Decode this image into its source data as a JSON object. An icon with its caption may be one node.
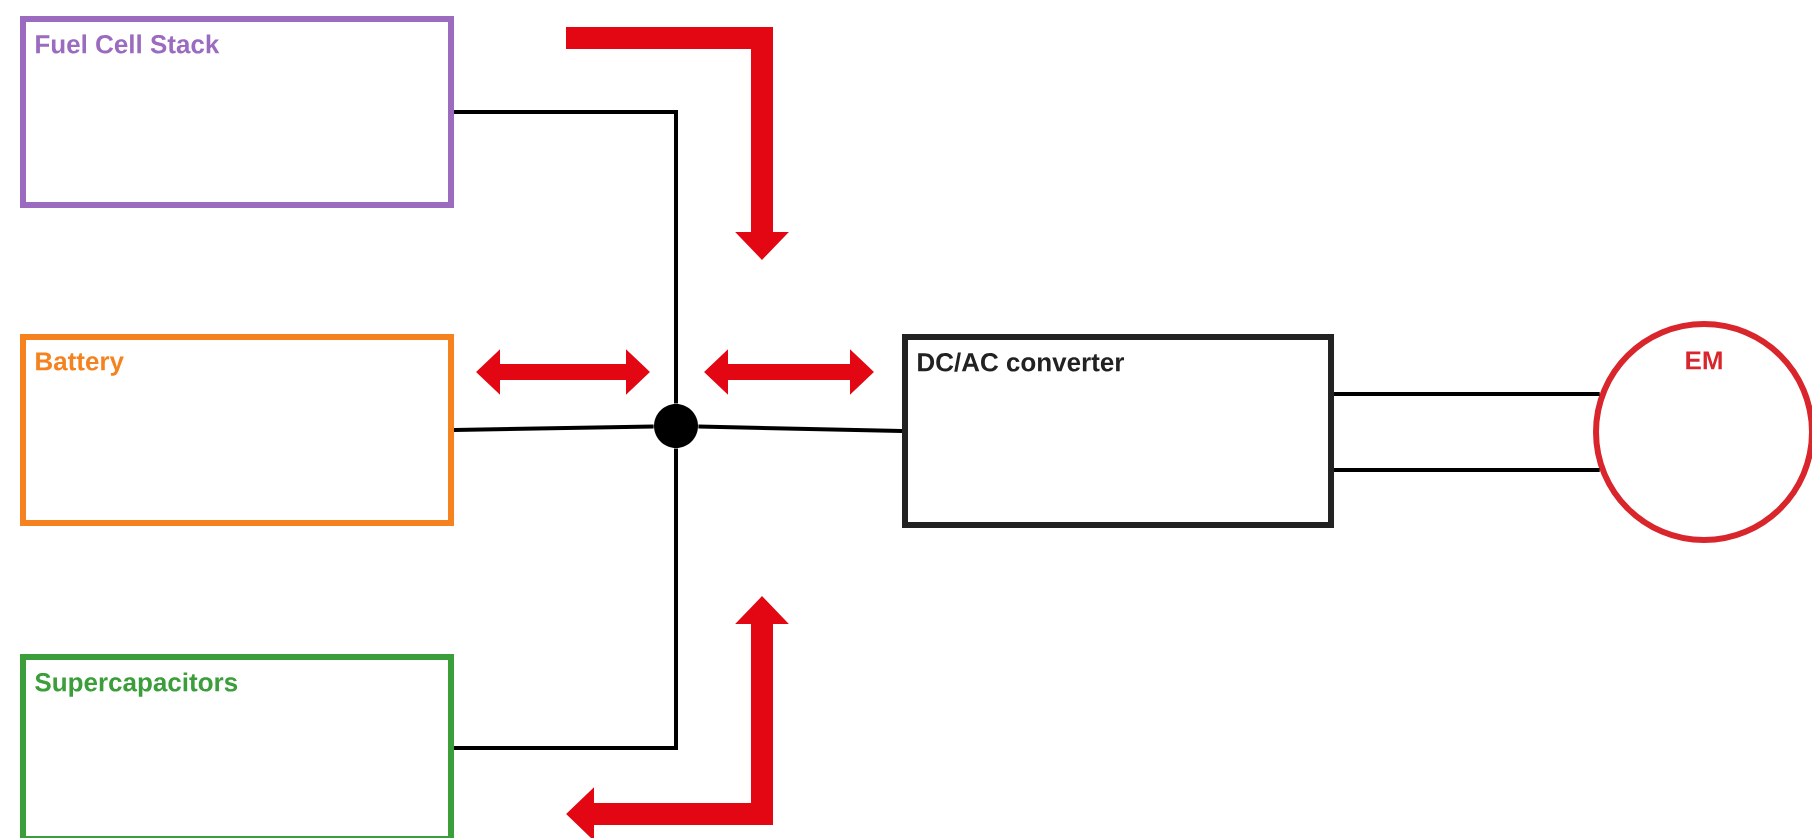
{
  "diagram": {
    "nodes": [
      {
        "text": [
          "Fuel Cell Stack"
        ]
      },
      {
        "text": [
          "Battery"
        ]
      },
      {
        "text": [
          "Supercapacitors"
        ]
      },
      {
        "text": [],
        "shape": "circle"
      },
      {
        "text": [
          "DC/AC converter"
        ]
      },
      {
        "text": [
          "EM"
        ]
      }
    ],
    "edges": [
      {
        "from": 0,
        "to": 3,
        "arrow": "none"
      },
      {
        "from": 1,
        "to": 3,
        "arrow": "none"
      },
      {
        "from": 2,
        "to": 3,
        "arrow": "none"
      },
      {
        "from": 3,
        "to": 4,
        "arrow": "none"
      },
      {
        "from": 4,
        "to": 5,
        "arrow": "none"
      },
      {
        "from": 4,
        "to": 5,
        "arrow": "none"
      }
    ]
  }
}
